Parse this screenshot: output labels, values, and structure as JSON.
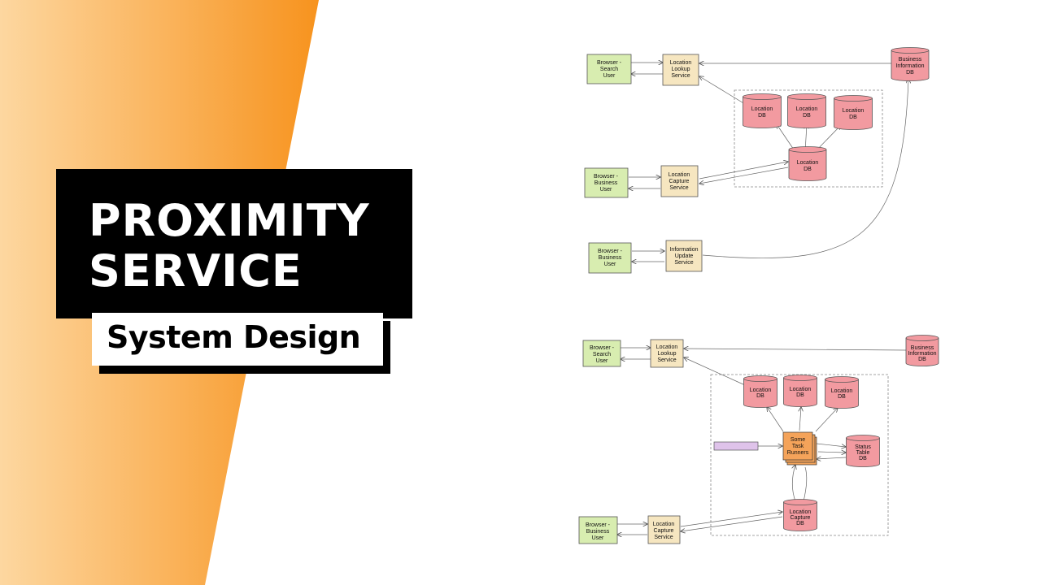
{
  "title": {
    "line1": "PROXIMITY",
    "line2": "SERVICE",
    "subtitle": "System Design"
  },
  "colors": {
    "orange_start": "#fdd7a0",
    "orange_end": "#f7931e",
    "client_fill": "#d8edb0",
    "service_fill": "#f6e6c0",
    "db_fill": "#f29aa0",
    "task_fill": "#f4a35a",
    "queue_fill": "#dfc3ea"
  },
  "diagram_top": {
    "browser_search": [
      "Browser -",
      "Search",
      "User"
    ],
    "browser_business_1": [
      "Browser -",
      "Business",
      "User"
    ],
    "browser_business_2": [
      "Browser -",
      "Business",
      "User"
    ],
    "location_lookup": [
      "Location",
      "Lookup",
      "Service"
    ],
    "location_capture": [
      "Location",
      "Capture",
      "Service"
    ],
    "information_update": [
      "Information",
      "Update",
      "Service"
    ],
    "business_db": [
      "Business",
      "Information",
      "DB"
    ],
    "location_db_1": [
      "Location",
      "DB"
    ],
    "location_db_2": [
      "Location",
      "DB"
    ],
    "location_db_3": [
      "Location",
      "DB"
    ],
    "location_db_main": [
      "Location",
      "DB"
    ]
  },
  "diagram_bottom": {
    "browser_search": [
      "Browser -",
      "Search",
      "User"
    ],
    "browser_business": [
      "Browser -",
      "Business",
      "User"
    ],
    "location_lookup": [
      "Location",
      "Lookup",
      "Service"
    ],
    "location_capture": [
      "Location",
      "Capture",
      "Service"
    ],
    "business_db": [
      "Business",
      "Information",
      "DB"
    ],
    "location_db_1": [
      "Location",
      "DB"
    ],
    "location_db_2": [
      "Location",
      "DB"
    ],
    "location_db_3": [
      "Location",
      "DB"
    ],
    "task_runners": [
      "Some",
      "Task",
      "Runners"
    ],
    "status_table": [
      "Status",
      "Table",
      "DB"
    ],
    "location_capture_db": [
      "Location",
      "Capture",
      "DB"
    ]
  }
}
